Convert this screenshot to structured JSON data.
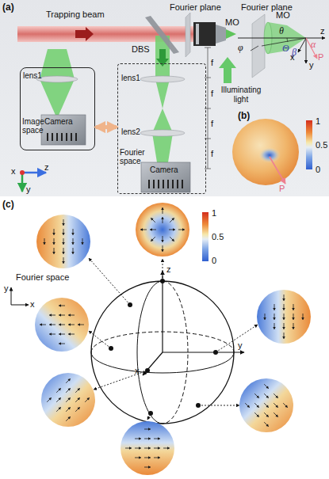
{
  "diagram": {
    "nodes": [
      {
        "text": [
          "lens1",
          "Image space",
          "Camera"
        ]
      },
      {
        "text": [
          "lens1",
          "lens2",
          "Fourier space",
          "Camera"
        ]
      }
    ],
    "edges": [
      {
        "from": 0,
        "to": 1,
        "arrow": "both"
      }
    ],
    "labels": [
      "(a)",
      "Trapping beam",
      "DBS",
      "Fourier plane",
      "MO",
      "Illuminating light",
      "f",
      "f",
      "f",
      "f",
      "x",
      "y",
      "z",
      "Fourier plane",
      "MO",
      "θ",
      "φ",
      "Θ",
      "β",
      "α",
      "P",
      "z",
      "x",
      "y",
      "(b)",
      "1",
      "0.5",
      "0",
      "P",
      "(c)",
      "1",
      "0.5",
      "0",
      "Fourier space",
      "x",
      "y",
      "z",
      "x",
      "y"
    ]
  }
}
